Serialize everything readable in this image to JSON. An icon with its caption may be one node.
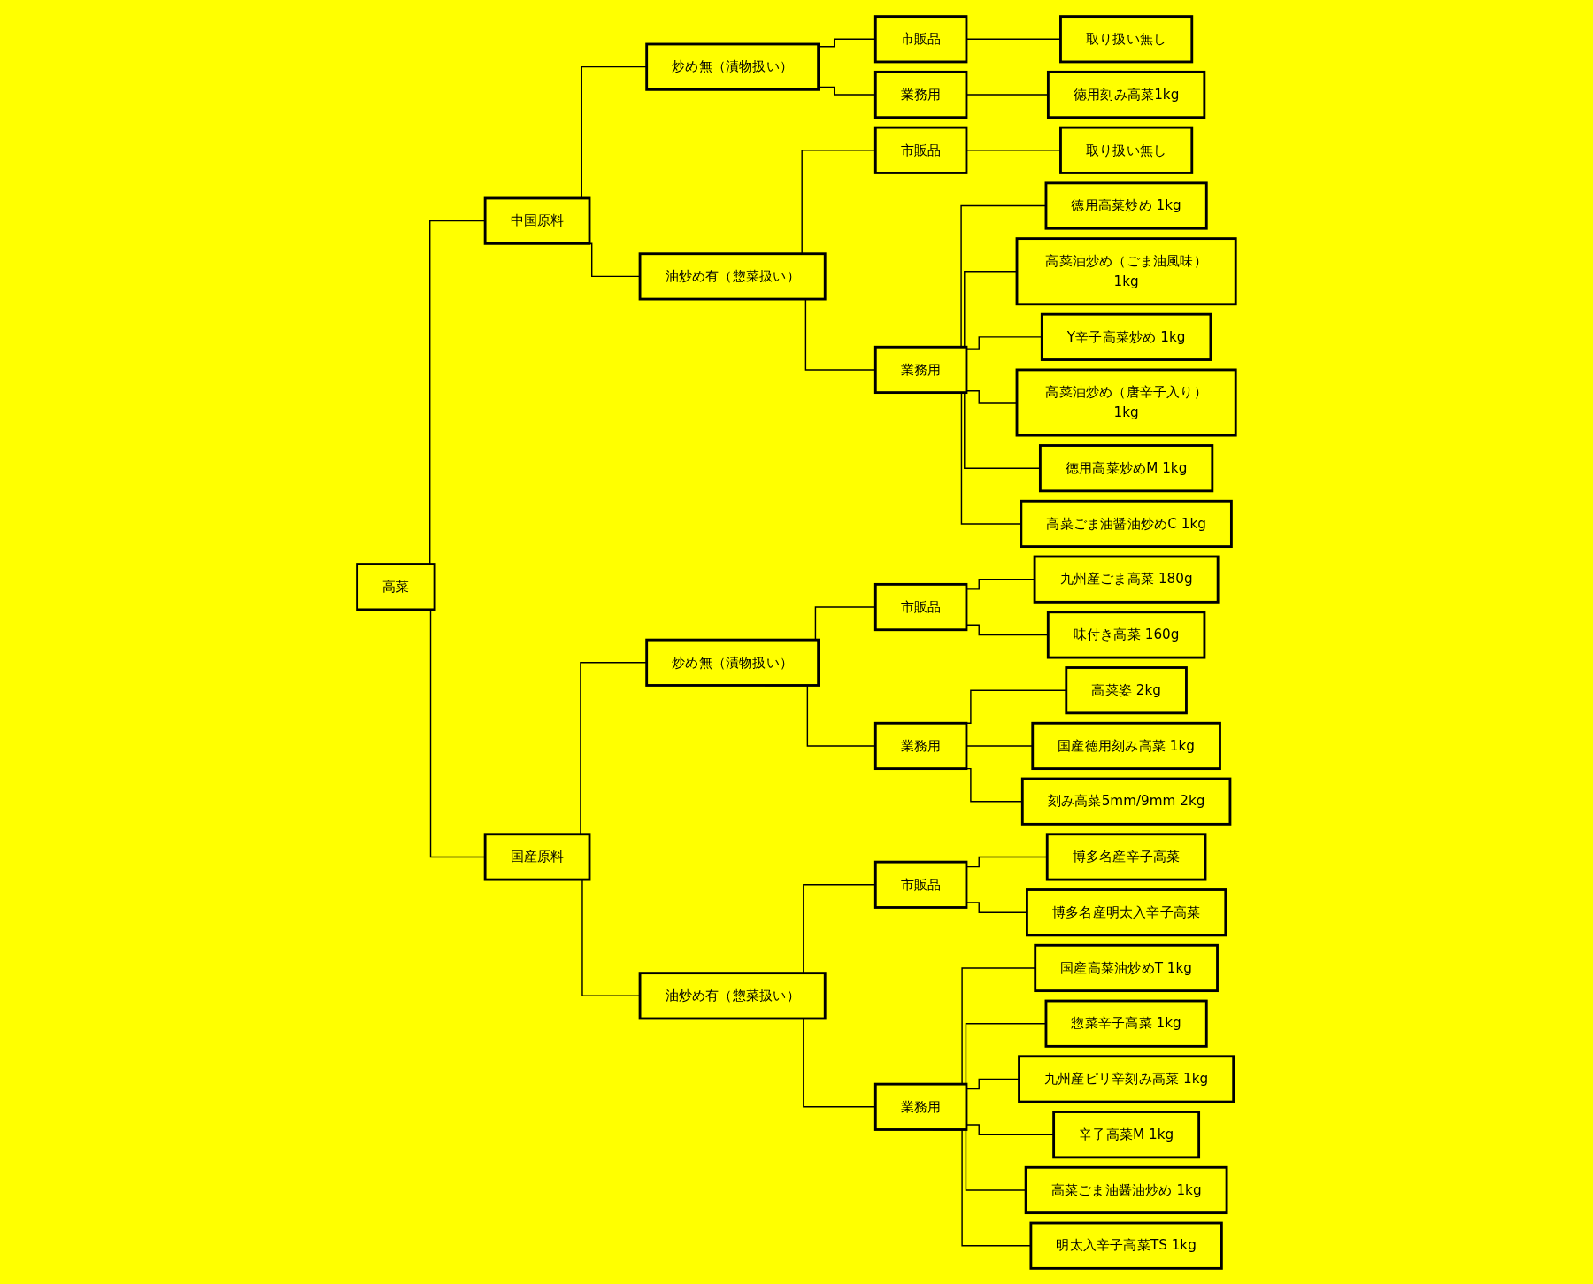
{
  "diagram": {
    "nodes": [
      {
        "text": [
          "高菜"
        ]
      },
      {
        "text": [
          "中国原料"
        ]
      },
      {
        "text": [
          "炒め無（漬物扱い）"
        ]
      },
      {
        "text": [
          "市販品"
        ]
      },
      {
        "text": [
          "取り扱い無し"
        ]
      },
      {
        "text": [
          "業務用"
        ]
      },
      {
        "text": [
          "徳用刻み高菜1kg"
        ]
      },
      {
        "text": [
          "油炒め有（惣菜扱い）"
        ]
      },
      {
        "text": [
          "市販品"
        ]
      },
      {
        "text": [
          "取り扱い無し"
        ]
      },
      {
        "text": [
          "業務用"
        ]
      },
      {
        "text": [
          "徳用高菜炒め 1kg"
        ]
      },
      {
        "text": [
          "高菜油炒め（ごま油風味）1kg"
        ]
      },
      {
        "text": [
          "Y辛子高菜炒め 1kg"
        ]
      },
      {
        "text": [
          "高菜油炒め（唐辛子入り）1kg"
        ]
      },
      {
        "text": [
          "徳用高菜炒めM 1kg"
        ]
      },
      {
        "text": [
          "高菜ごま油醤油炒めC 1kg"
        ]
      },
      {
        "text": [
          "国産原料"
        ]
      },
      {
        "text": [
          "炒め無（漬物扱い）"
        ]
      },
      {
        "text": [
          "市販品"
        ]
      },
      {
        "text": [
          "九州産ごま高菜 180g"
        ]
      },
      {
        "text": [
          "味付き高菜 160g"
        ]
      },
      {
        "text": [
          "業務用"
        ]
      },
      {
        "text": [
          "高菜姿 2kg"
        ]
      },
      {
        "text": [
          "国産徳用刻み高菜 1kg"
        ]
      },
      {
        "text": [
          "刻み高菜5mm/9mm 2kg"
        ]
      },
      {
        "text": [
          "油炒め有（惣菜扱い）"
        ]
      },
      {
        "text": [
          "市販品"
        ]
      },
      {
        "text": [
          "博多名産辛子高菜"
        ]
      },
      {
        "text": [
          "博多名産明太入辛子高菜"
        ]
      },
      {
        "text": [
          "業務用"
        ]
      },
      {
        "text": [
          "国産高菜油炒めT 1kg"
        ]
      },
      {
        "text": [
          "惣菜辛子高菜 1kg"
        ]
      },
      {
        "text": [
          "九州産ピリ辛刻み高菜 1kg"
        ]
      },
      {
        "text": [
          "辛子高菜M 1kg"
        ]
      },
      {
        "text": [
          "高菜ごま油醤油炒め 1kg"
        ]
      },
      {
        "text": [
          "明太入辛子高菜TS 1kg"
        ]
      }
    ],
    "edges": [
      {
        "from": 0,
        "to": 1,
        "arrow": "none"
      },
      {
        "from": 1,
        "to": 2,
        "arrow": "none"
      },
      {
        "from": 2,
        "to": 3,
        "arrow": "none"
      },
      {
        "from": 3,
        "to": 4,
        "arrow": "none"
      },
      {
        "from": 2,
        "to": 5,
        "arrow": "none"
      },
      {
        "from": 5,
        "to": 6,
        "arrow": "none"
      },
      {
        "from": 1,
        "to": 7,
        "arrow": "none"
      },
      {
        "from": 7,
        "to": 8,
        "arrow": "none"
      },
      {
        "from": 8,
        "to": 9,
        "arrow": "none"
      },
      {
        "from": 7,
        "to": 10,
        "arrow": "none"
      },
      {
        "from": 10,
        "to": 11,
        "arrow": "none"
      },
      {
        "from": 10,
        "to": 12,
        "arrow": "none"
      },
      {
        "from": 10,
        "to": 13,
        "arrow": "none"
      },
      {
        "from": 10,
        "to": 14,
        "arrow": "none"
      },
      {
        "from": 10,
        "to": 15,
        "arrow": "none"
      },
      {
        "from": 10,
        "to": 16,
        "arrow": "none"
      },
      {
        "from": 0,
        "to": 17,
        "arrow": "none"
      },
      {
        "from": 17,
        "to": 18,
        "arrow": "none"
      },
      {
        "from": 18,
        "to": 19,
        "arrow": "none"
      },
      {
        "from": 19,
        "to": 20,
        "arrow": "none"
      },
      {
        "from": 19,
        "to": 21,
        "arrow": "none"
      },
      {
        "from": 18,
        "to": 22,
        "arrow": "none"
      },
      {
        "from": 22,
        "to": 23,
        "arrow": "none"
      },
      {
        "from": 22,
        "to": 24,
        "arrow": "none"
      },
      {
        "from": 22,
        "to": 25,
        "arrow": "none"
      },
      {
        "from": 17,
        "to": 26,
        "arrow": "none"
      },
      {
        "from": 26,
        "to": 27,
        "arrow": "none"
      },
      {
        "from": 27,
        "to": 28,
        "arrow": "none"
      },
      {
        "from": 27,
        "to": 29,
        "arrow": "none"
      },
      {
        "from": 26,
        "to": 30,
        "arrow": "none"
      },
      {
        "from": 30,
        "to": 31,
        "arrow": "none"
      },
      {
        "from": 30,
        "to": 32,
        "arrow": "none"
      },
      {
        "from": 30,
        "to": 33,
        "arrow": "none"
      },
      {
        "from": 30,
        "to": 34,
        "arrow": "none"
      },
      {
        "from": 30,
        "to": 35,
        "arrow": "none"
      },
      {
        "from": 30,
        "to": 36,
        "arrow": "none"
      }
    ]
  }
}
